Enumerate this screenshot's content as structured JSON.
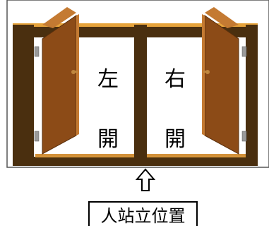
{
  "cabinet": {
    "left_door": {
      "char1": "左",
      "char2": "開"
    },
    "right_door": {
      "char1": "右",
      "char2": "開"
    }
  },
  "caption": "人站立位置",
  "arrow_icon": "up-arrow-icon",
  "colors": {
    "frame_dark": "#4a2f0f",
    "frame_light": "#e6a33b",
    "door_face": "#8c4b17",
    "door_edge": "#c47a32",
    "hinge": "#9a9a9a",
    "knob": "#c0873e",
    "outline": "#000000"
  }
}
